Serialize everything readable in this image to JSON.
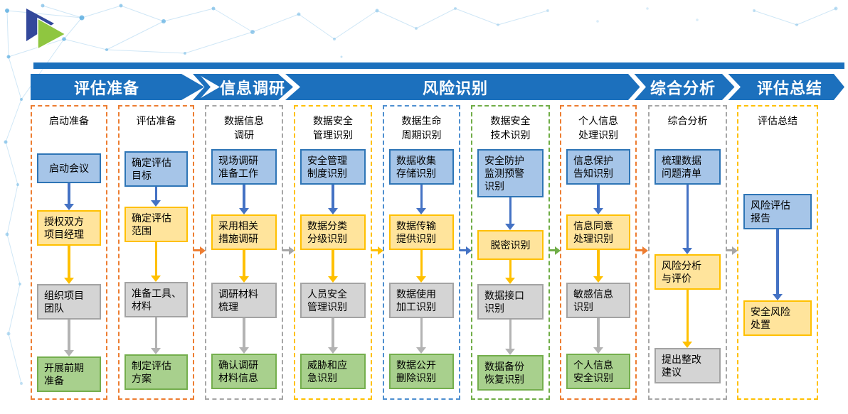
{
  "banner": {
    "stages": [
      {
        "label": "评估准备"
      },
      {
        "label": "信息调研"
      },
      {
        "label": "风险识别"
      },
      {
        "label": "综合分析"
      },
      {
        "label": "评估总结"
      }
    ]
  },
  "columns": [
    {
      "title": "启动准备",
      "steps": [
        {
          "label": "启动会议"
        },
        {
          "label": "授权双方\n项目经理"
        },
        {
          "label": "组织项目\n团队"
        },
        {
          "label": "开展前期\n准备"
        }
      ]
    },
    {
      "title": "评估准备",
      "steps": [
        {
          "label": "确定评估\n目标"
        },
        {
          "label": "确定评估\n范围"
        },
        {
          "label": "准备工具、\n材料"
        },
        {
          "label": "制定评估\n方案"
        }
      ]
    },
    {
      "title": "数据信息\n调研",
      "steps": [
        {
          "label": "现场调研\n准备工作"
        },
        {
          "label": "采用相关\n措施调研"
        },
        {
          "label": "调研材料\n梳理"
        },
        {
          "label": "确认调研\n材料信息"
        }
      ]
    },
    {
      "title": "数据安全\n管理识别",
      "steps": [
        {
          "label": "安全管理\n制度识别"
        },
        {
          "label": "数据分类\n分级识别"
        },
        {
          "label": "人员安全\n管理识别"
        },
        {
          "label": "威胁和应\n急识别"
        }
      ]
    },
    {
      "title": "数据生命\n周期识别",
      "steps": [
        {
          "label": "数据收集\n存储识别"
        },
        {
          "label": "数据传输\n提供识别"
        },
        {
          "label": "数据使用\n加工识别"
        },
        {
          "label": "数据公开\n删除识别"
        }
      ]
    },
    {
      "title": "数据安全\n技术识别",
      "steps": [
        {
          "label": "安全防护\n监测预警\n识别"
        },
        {
          "label": "脱密识别"
        },
        {
          "label": "数据接口\n识别"
        },
        {
          "label": "数据备份\n恢复识别"
        }
      ]
    },
    {
      "title": "个人信息\n处理识别",
      "steps": [
        {
          "label": "信息保护\n告知识别"
        },
        {
          "label": "信息同意\n处理识别"
        },
        {
          "label": "敏感信息\n识别"
        },
        {
          "label": "个人信息\n安全识别"
        }
      ]
    },
    {
      "title": "综合分析",
      "steps": [
        {
          "label": "梳理数据\n问题清单"
        },
        {
          "label": "风险分析\n与评价"
        },
        {
          "label": "提出整改\n建议"
        }
      ]
    },
    {
      "title": "评估总结",
      "steps": [
        {
          "label": "风险评估\n报告"
        },
        {
          "label": "安全风险\n处置"
        }
      ]
    }
  ],
  "colors": {
    "banner_blue": "#1c70bd",
    "box_blue_fill": "#a6c5e8",
    "box_blue_border": "#2e75b6",
    "box_yellow_fill": "#ffe49c",
    "box_yellow_border": "#ffc000",
    "box_gray_fill": "#d4d4d4",
    "box_gray_border": "#a3a3a3",
    "box_green_fill": "#a8d08d",
    "box_green_border": "#74ae4d",
    "arrow_blue": "#4472c4",
    "arrow_yellow": "#ffc000",
    "arrow_gray": "#b3b3b3",
    "arrow_orange": "#ed7d31",
    "arrow_green": "#70ad47",
    "logo_navy": "#33489b",
    "logo_green": "#8fc640"
  }
}
